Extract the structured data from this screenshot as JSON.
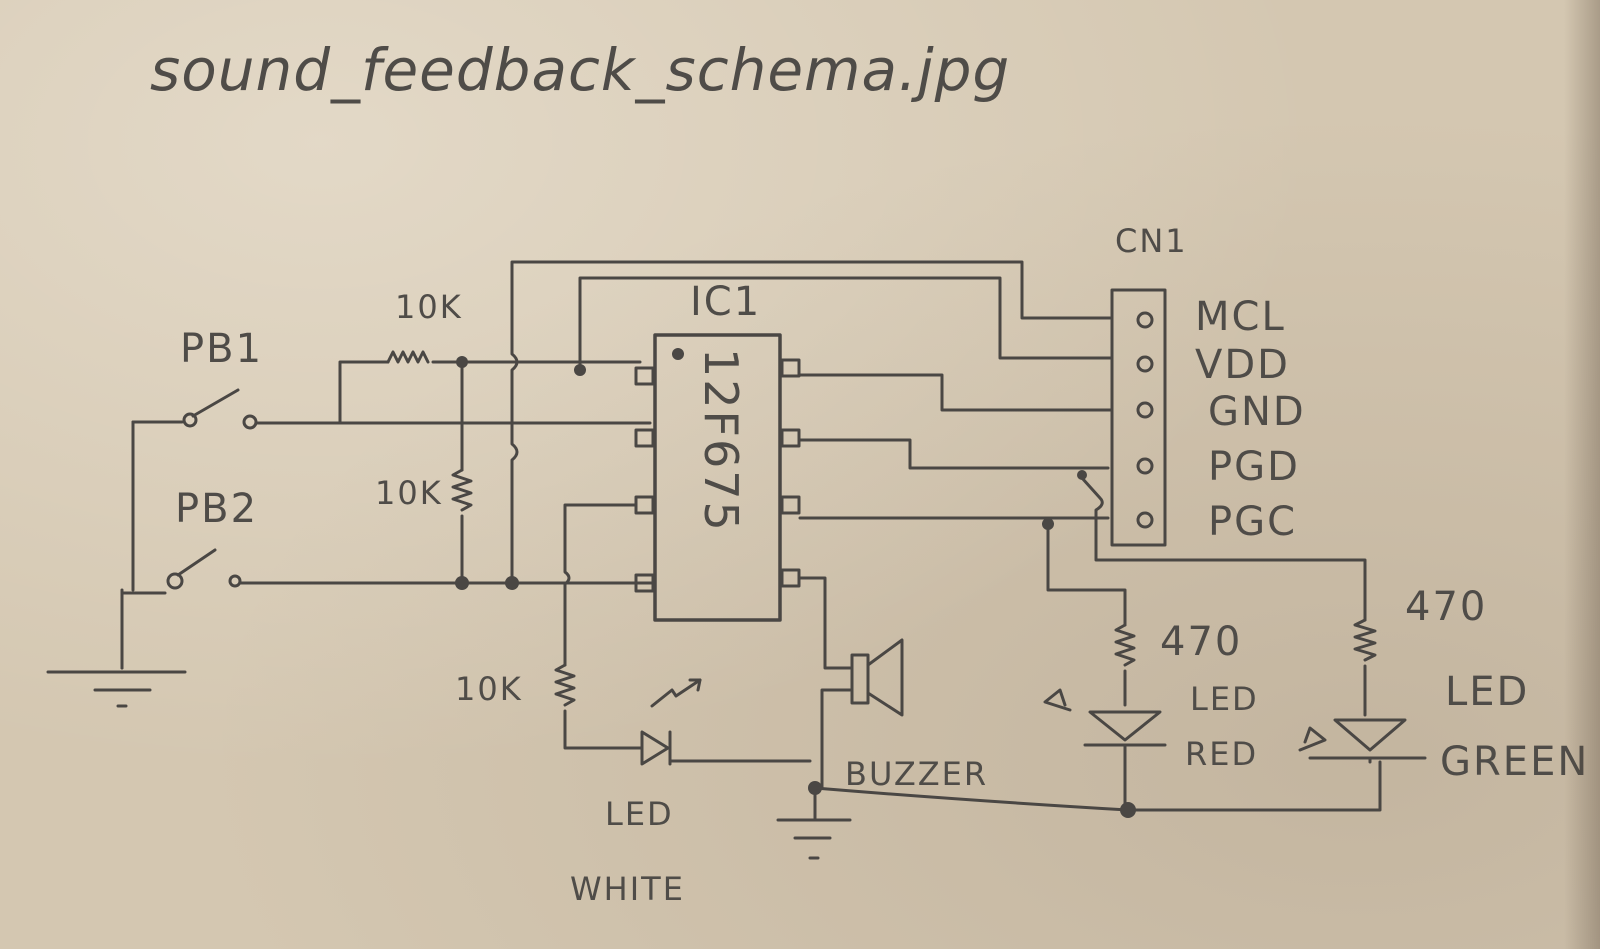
{
  "title": "sound_feedback_schema.jpg",
  "components": {
    "pb1": "PB1",
    "pb2": "PB2",
    "r_top": "10K",
    "r_mid": "10K",
    "r_bottom": "10K",
    "ic_ref": "IC1",
    "ic_part": "12F675",
    "connector": "CN1",
    "pins": [
      "MCL",
      "VDD",
      "GND",
      "PGD",
      "PGC"
    ],
    "r_red": "470",
    "r_green": "470",
    "led_red_line1": "LED",
    "led_red_line2": "RED",
    "led_green_line1": "LED",
    "led_green_line2": "GREEN",
    "buzzer": "BUZZER",
    "led_white_line1": "LED",
    "led_white_line2": "WHITE"
  },
  "colors": {
    "paper": "#d4c7b1",
    "ink": "#4a4744"
  }
}
